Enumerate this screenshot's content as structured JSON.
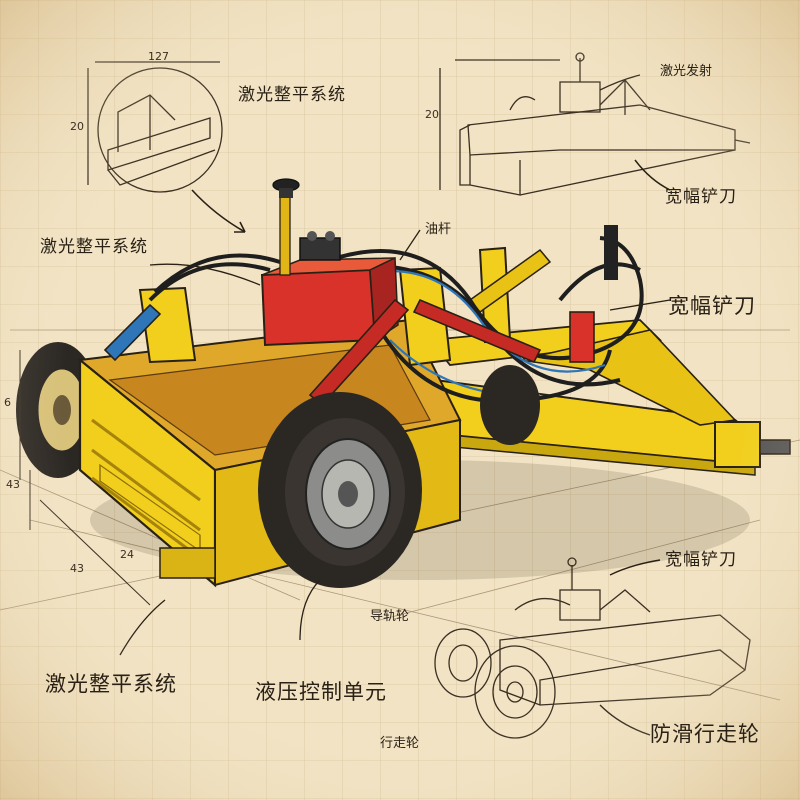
{
  "title": "",
  "palette": {
    "paper": "#f1e3c4",
    "ink": "#2a2116",
    "machine_yellow": "#f2cf1c",
    "tank_red": "#d8322a",
    "cylinder_blue": "#2f76b8",
    "tire": "#2b2723"
  },
  "labels": {
    "laser_top": "激光整平系统",
    "laser_mid": "激光整平系统",
    "laser_bottom": "激光整平系统",
    "wide_blade_top": "宽幅铲刀",
    "wide_blade_mid": "宽幅铲刀",
    "wide_blade_bottom": "宽幅铲刀",
    "hydraulic_unit": "液压控制单元",
    "anti_slip_wheel": "防滑行走轮",
    "scribble_top": "油杆",
    "scribble_topright": "激光发射",
    "scribble_wheel": "导轨轮",
    "scribble_bottom": "行走轮"
  },
  "dimensions": {
    "inset_width": "127",
    "inset_height": "20",
    "right_height": "20",
    "front_height_a": "43",
    "front_height_b": "43",
    "length": "24",
    "left_mark": "6"
  }
}
